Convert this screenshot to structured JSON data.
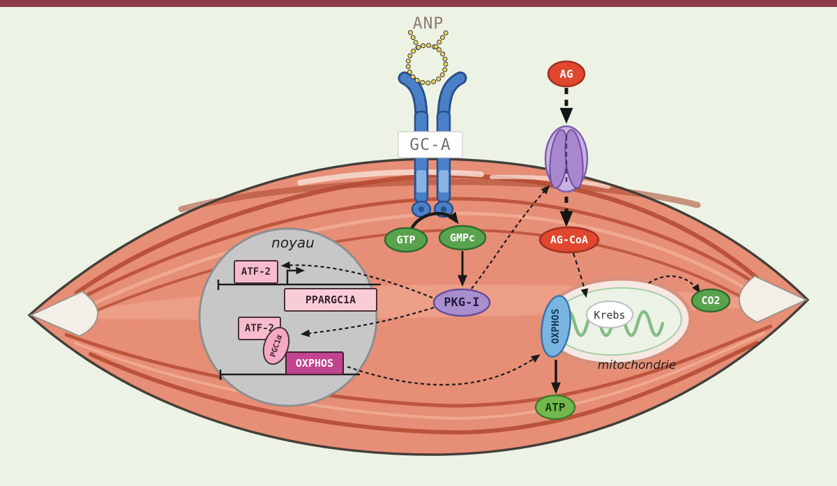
{
  "palette": {
    "top_bar": "#8e3b47",
    "background": "#edf3e4",
    "muscle_fill": "#e78e76",
    "muscle_groove": "#b54c34",
    "muscle_highlight": "#f2ab94",
    "nucleus_fill": "#c7c7c7",
    "green_metabolite": "#5aa34e",
    "red_metabolite": "#e0472e",
    "purple_kinase": "#a98fd0",
    "pink_gene_box": "#f6bccb",
    "magenta_gene_box": "#c2438f",
    "blue_receptor": "#4a80c8",
    "blue_oxphos": "#7ab4e0",
    "channel_purple": "#a987cf"
  },
  "labels": {
    "anp": "ANP",
    "gca": "GC-A",
    "gtp": "GTP",
    "gmpc": "GMPc",
    "pkg": "PKG-I",
    "ag": "AG",
    "ag_coa": "AG-CoA",
    "krebs": "Krebs",
    "co2": "CO2",
    "atp": "ATP",
    "oxphos_complex": "OXPHOS",
    "nucleus": "noyau",
    "mitochondrion": "mitochondrie",
    "atf2_upper": "ATF-2",
    "atf2_lower": "ATF-2",
    "ppargc1a": "PPARGC1A",
    "pgc1a": "PGC1α",
    "oxphos_gene": "OXPHOS"
  }
}
